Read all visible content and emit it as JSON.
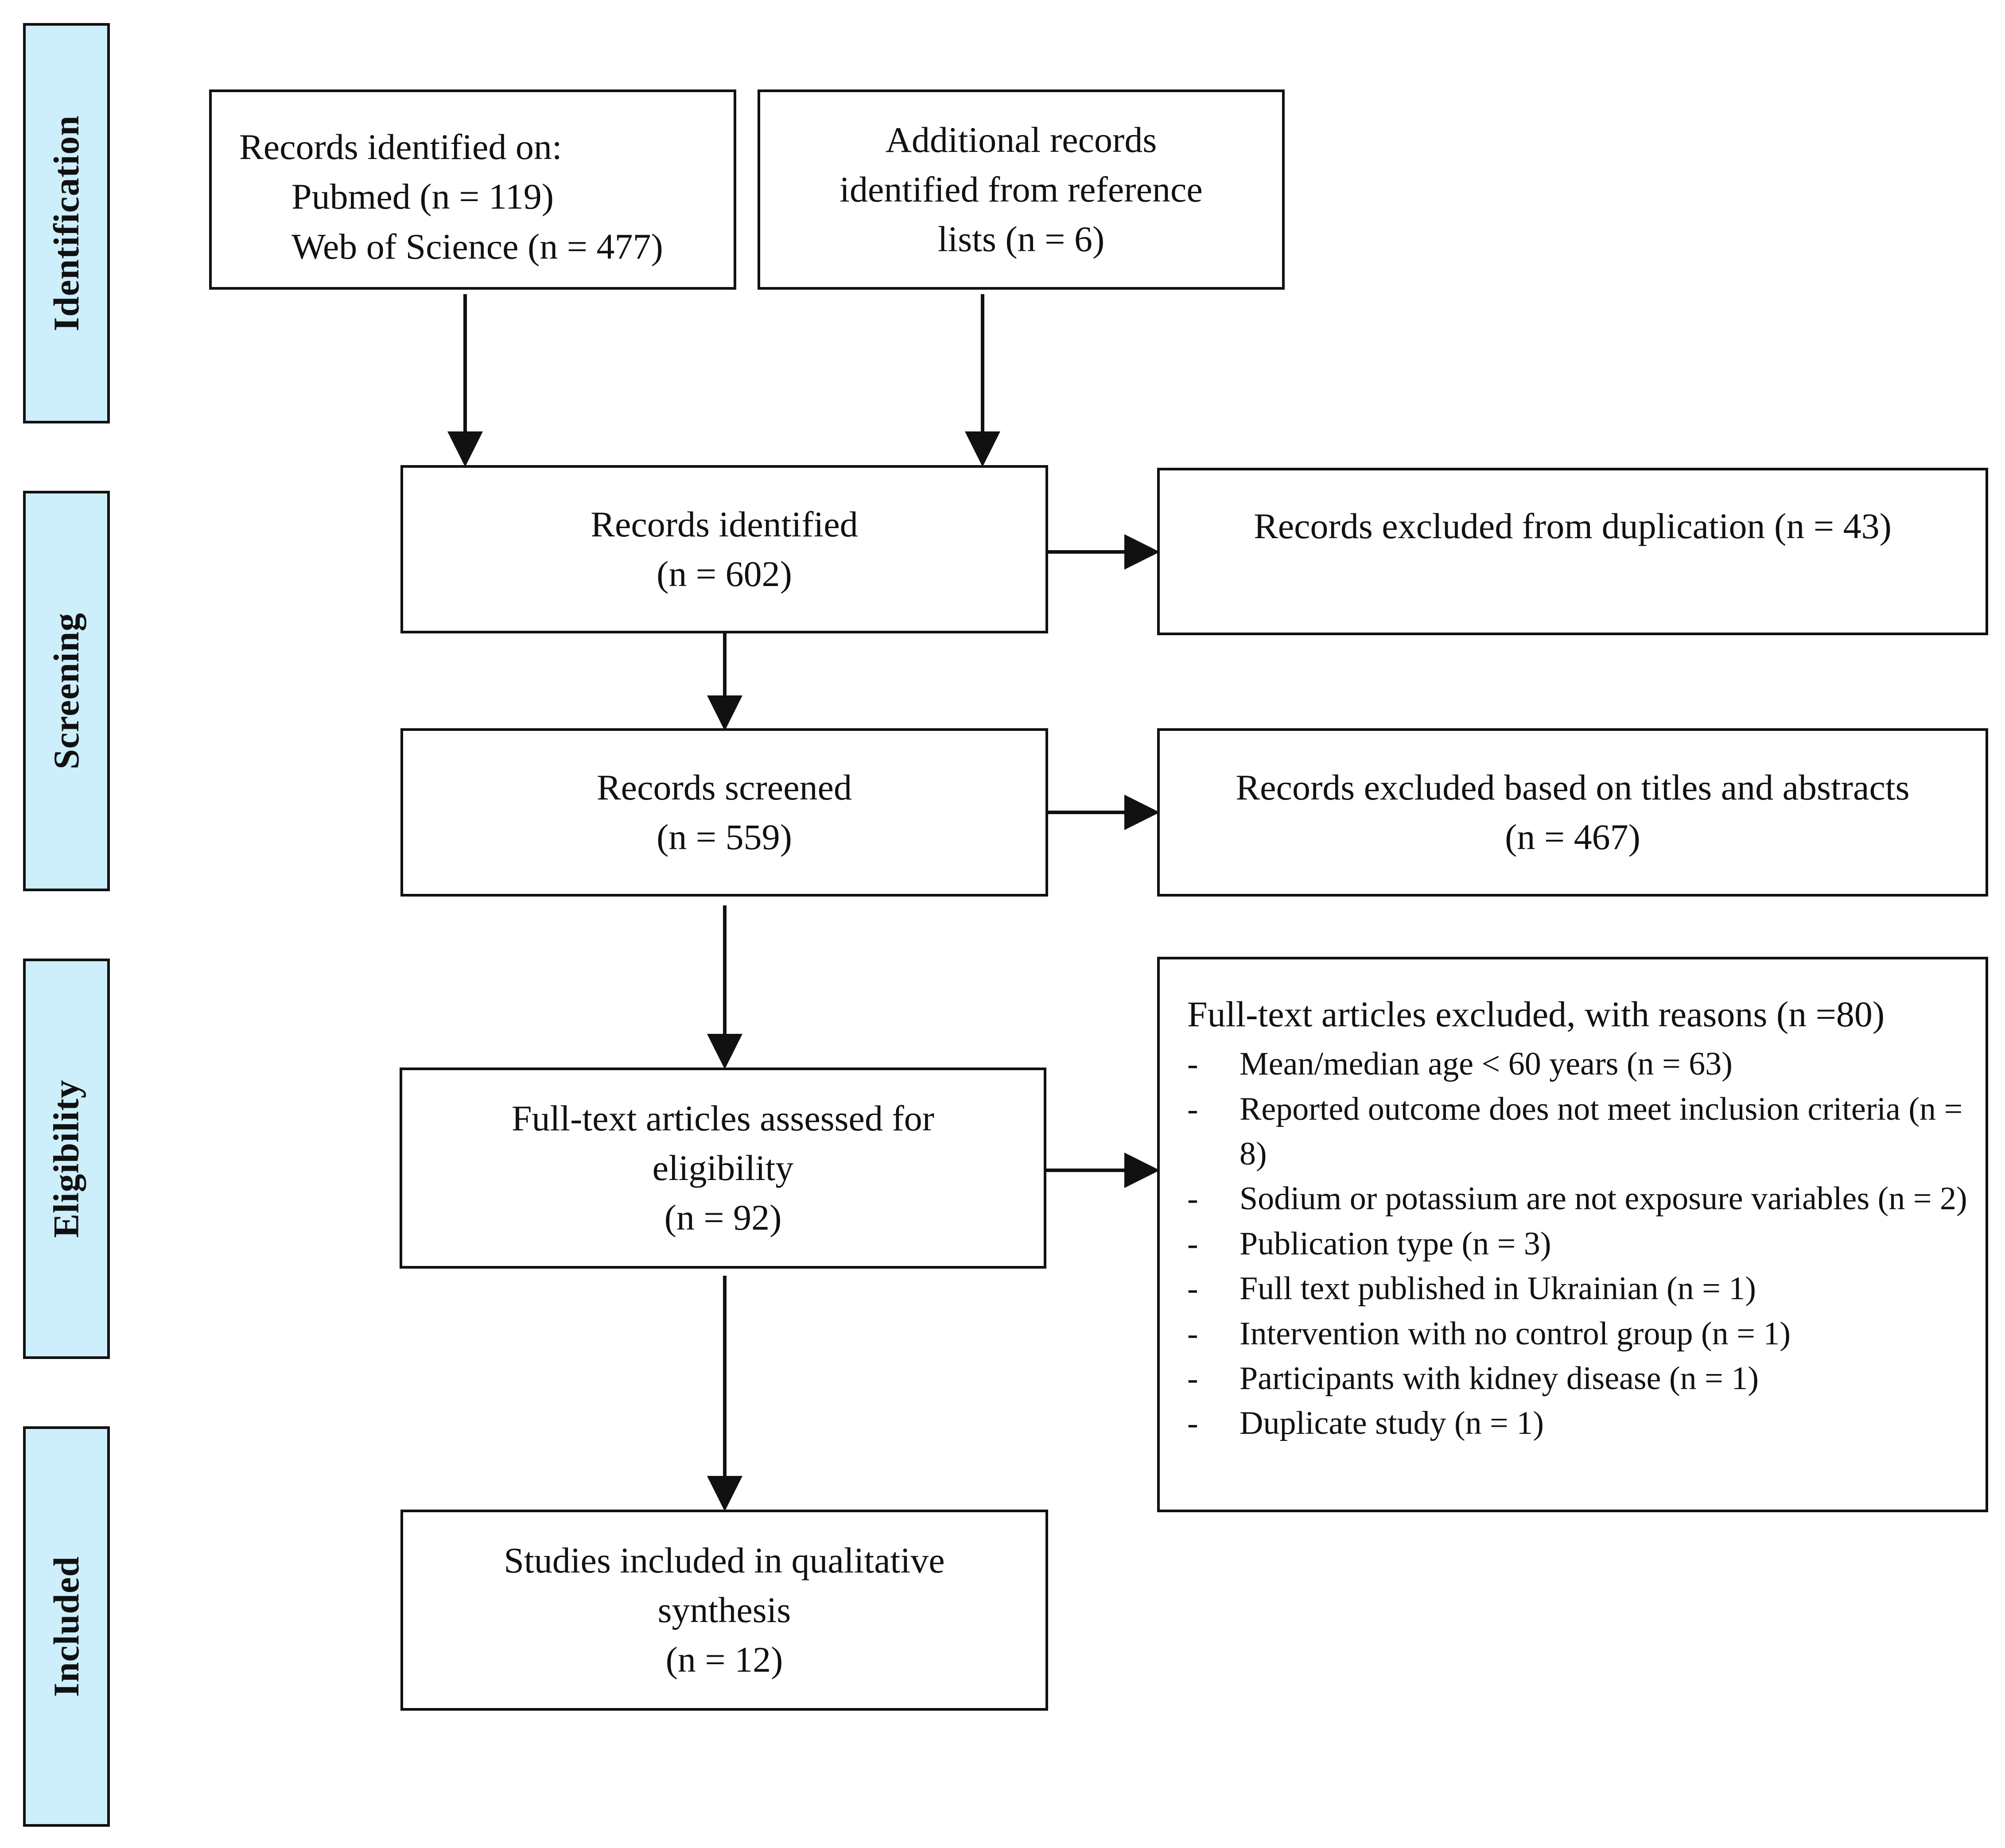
{
  "phases": {
    "identification": "Identification",
    "screening": "Screening",
    "eligibility": "Eligibility",
    "included": "Included"
  },
  "boxes": {
    "records_sources": {
      "title": "Records identified on:",
      "pubmed": "Pubmed (n = 119)",
      "web_of_science": "Web of Science (n = 477)"
    },
    "additional_records": {
      "line1": "Additional records",
      "line2": "identified from reference",
      "line3": "lists (n = 6)"
    },
    "records_identified": {
      "label": "Records identified",
      "count": "(n = 602)"
    },
    "excluded_duplication": {
      "label": "Records excluded from duplication (n = 43)"
    },
    "records_screened": {
      "label": "Records screened",
      "count": "(n = 559)"
    },
    "excluded_titles": {
      "label": "Records excluded based on titles and abstracts",
      "count": "(n = 467)"
    },
    "full_text_assessed": {
      "line1": "Full-text articles assessed for",
      "line2": "eligibility",
      "count": "(n = 92)"
    },
    "full_text_excluded": {
      "title": "Full-text articles excluded, with reasons (n =80)",
      "reasons": [
        {
          "dash": "-",
          "text": "Mean/median age < 60 years (n = 63)"
        },
        {
          "dash": "-",
          "text": "Reported outcome does not meet inclusion criteria (n = 8)"
        },
        {
          "dash": "-",
          "text": "Sodium or potassium are not exposure variables (n = 2)"
        },
        {
          "dash": "-",
          "text": "Publication type (n = 3)"
        },
        {
          "dash": "-",
          "text": "Full text published in Ukrainian (n = 1)"
        },
        {
          "dash": "-",
          "text": "Intervention with no control group (n = 1)"
        },
        {
          "dash": "-",
          "text": "Participants with kidney disease (n = 1)"
        },
        {
          "dash": "-",
          "text": "Duplicate study (n = 1)"
        }
      ]
    },
    "studies_included": {
      "line1": "Studies included in qualitative",
      "line2": "synthesis",
      "count": "(n = 12)"
    }
  },
  "colors": {
    "phase_fill": "#cdeefb",
    "stroke": "#111111",
    "box_fill": "#ffffff"
  }
}
